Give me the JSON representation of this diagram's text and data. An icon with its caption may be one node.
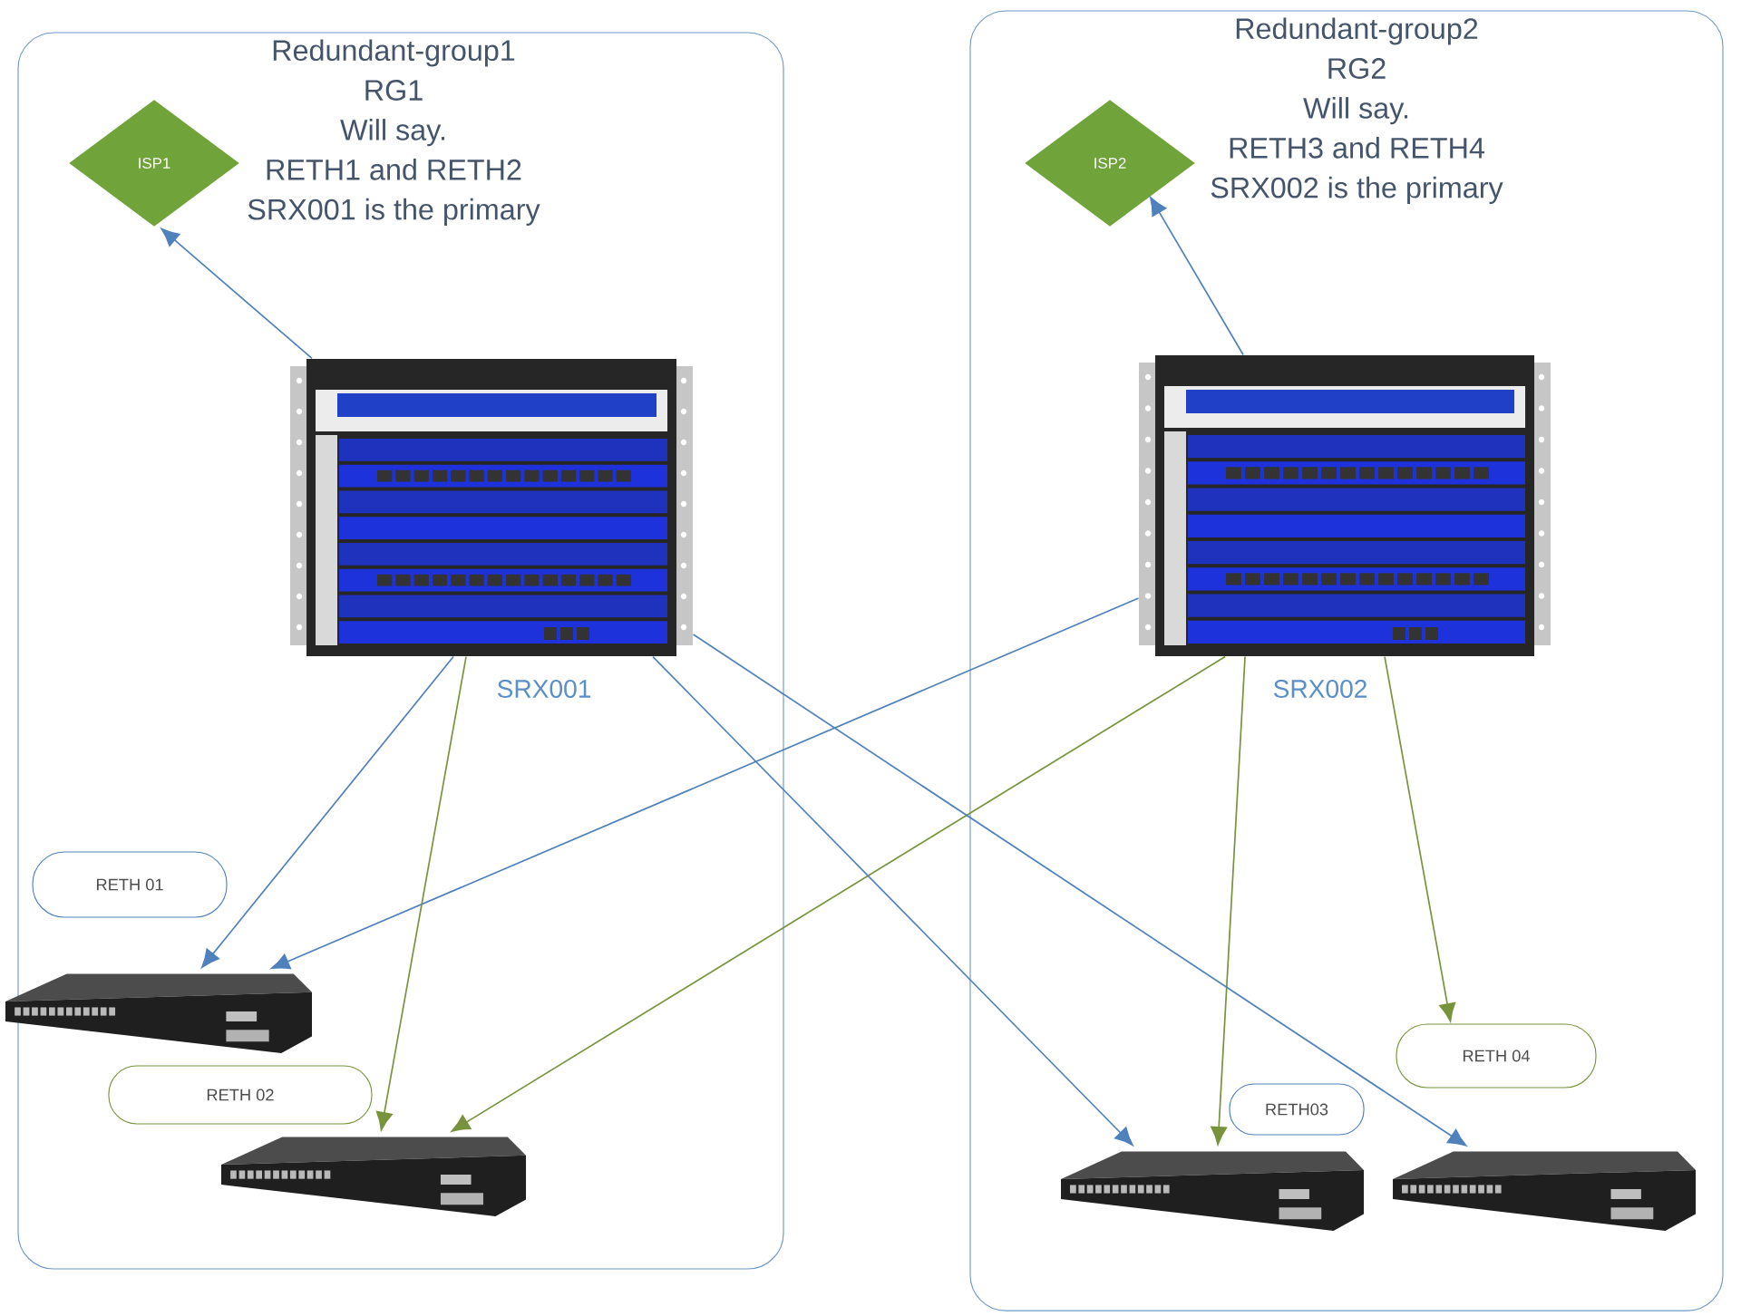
{
  "diagram": {
    "nodes": [
      {
        "text": [
          "Redundant-group1",
          "RG1",
          "Will say.",
          "RETH1 and RETH2",
          "SRX001 is the primary"
        ]
      },
      {
        "text": [
          "ISP1"
        ],
        "in": 0
      },
      {
        "text": [],
        "shape": "picture",
        "beside": [
          "SRX001"
        ],
        "in": 0
      },
      {
        "text": [
          "RETH 01"
        ],
        "in": 0
      },
      {
        "text": [],
        "shape": "picture",
        "in": 0
      },
      {
        "text": [
          "RETH 02"
        ],
        "in": 0
      },
      {
        "text": [],
        "shape": "picture",
        "in": 0
      },
      {
        "text": [
          "Redundant-group2",
          "RG2",
          "Will say.",
          "RETH3 and RETH4",
          "SRX002 is the primary"
        ]
      },
      {
        "text": [
          "ISP2"
        ],
        "in": 7
      },
      {
        "text": [],
        "shape": "picture",
        "beside": [
          "SRX002"
        ],
        "in": 7
      },
      {
        "text": [
          "RETH03"
        ],
        "in": 7
      },
      {
        "text": [
          "RETH 04"
        ],
        "in": 7
      },
      {
        "text": [],
        "shape": "picture",
        "in": 7
      },
      {
        "text": [],
        "shape": "picture",
        "in": 7
      }
    ],
    "edges": [
      {
        "from": 2,
        "to": 1,
        "arrow": "to"
      },
      {
        "from": 9,
        "to": 8,
        "arrow": "to"
      },
      {
        "from": 2,
        "to": 4,
        "arrow": "to"
      },
      {
        "from": 9,
        "to": 4,
        "arrow": "to"
      },
      {
        "from": 2,
        "to": 6,
        "arrow": "to",
        "color": "#77933c"
      },
      {
        "from": 9,
        "to": 6,
        "arrow": "to",
        "color": "#77933c"
      },
      {
        "from": 2,
        "to": 12,
        "arrow": "to"
      },
      {
        "from": 9,
        "to": 12,
        "arrow": "to",
        "color": "#77933c"
      },
      {
        "from": 2,
        "to": 13,
        "arrow": "to"
      },
      {
        "from": 9,
        "to": 11,
        "arrow": "to",
        "color": "#77933c"
      }
    ]
  }
}
